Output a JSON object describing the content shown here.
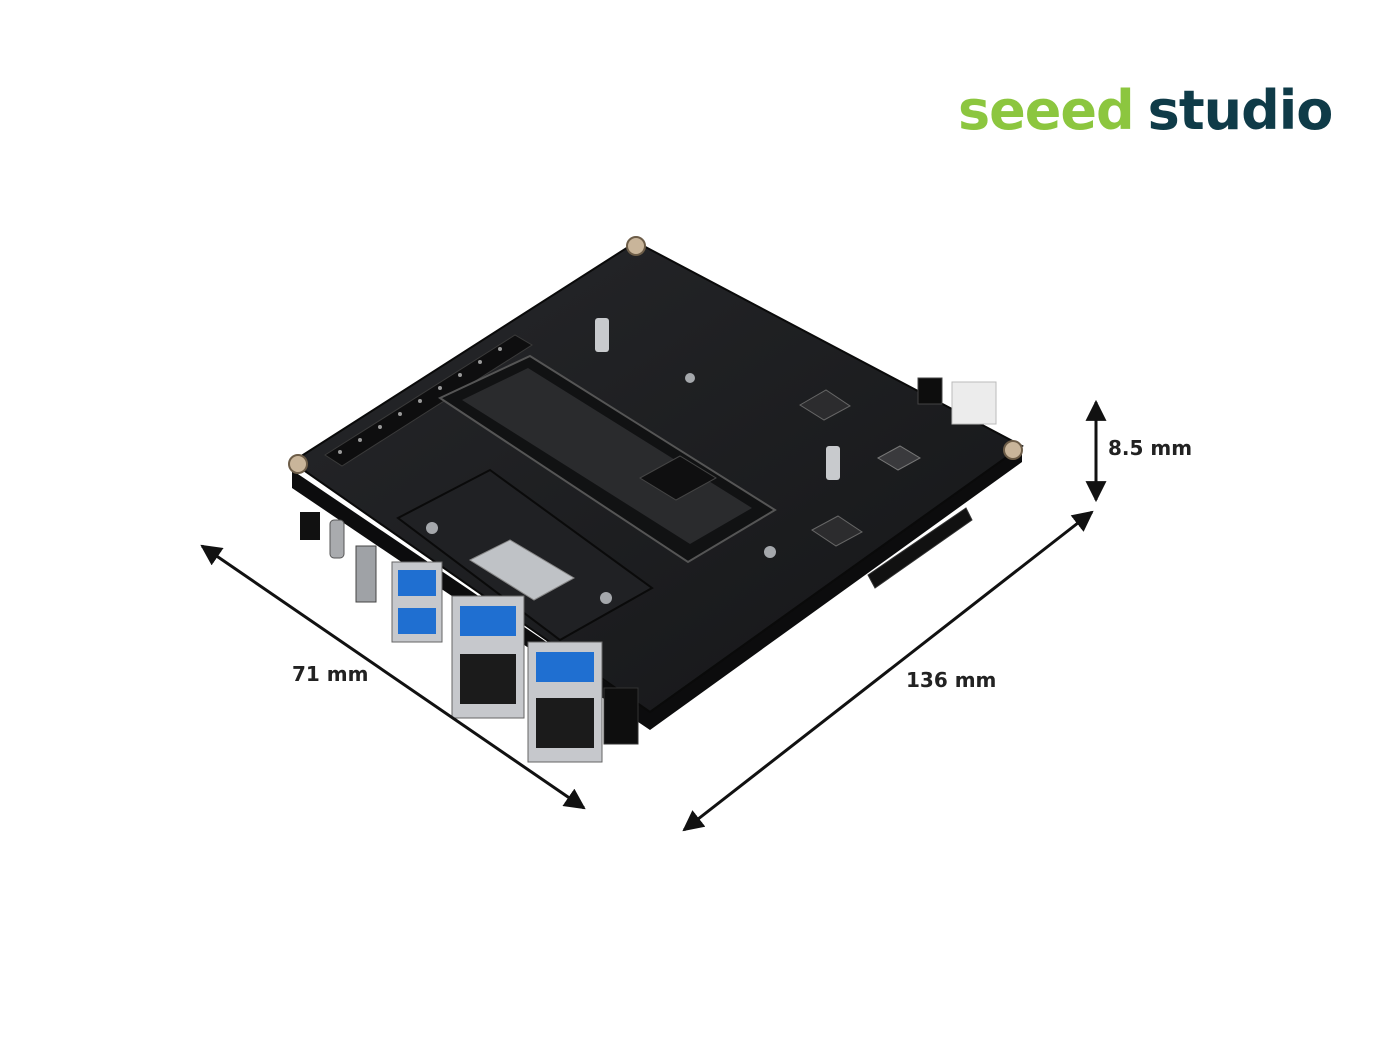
{
  "logo": {
    "word1": "seeed",
    "word2": "studio",
    "color_primary": "#8cc63f",
    "color_secondary": "#0f3b48"
  },
  "dimensions": {
    "height": "8.5 mm",
    "width": "71 mm",
    "length": "136 mm"
  },
  "colors": {
    "board": "#1b1c1e",
    "board_edge": "#0c0c0d",
    "metal": "#b9bcc0",
    "usb_blue": "#1f6fd1",
    "dim_line": "#111111"
  }
}
